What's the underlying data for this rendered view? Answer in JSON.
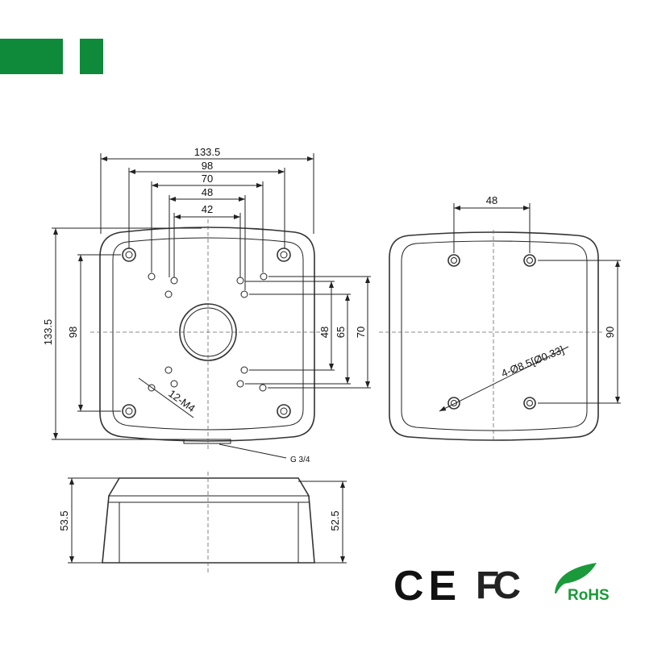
{
  "header": {
    "accent_color": "#0f8a3a"
  },
  "top_view": {
    "dims_horizontal": [
      "133.5",
      "98",
      "70",
      "48",
      "42"
    ],
    "dims_vertical_left": [
      "133.5",
      "98"
    ],
    "dims_vertical_right": [
      "48",
      "65",
      "70"
    ],
    "thread_label": "12-M4",
    "fitting_label": "G 3/4"
  },
  "bottom_view": {
    "dim_horizontal": "48",
    "dim_vertical": "90",
    "hole_label": "4-Ø8.5[Ø0.33]"
  },
  "side_view": {
    "dim_left": "53.5",
    "dim_right": "52.5"
  },
  "certifications": {
    "ce": "CE",
    "fcc": "FC",
    "rohs": "RoHS",
    "rohs_color": "#1a9a3a"
  }
}
